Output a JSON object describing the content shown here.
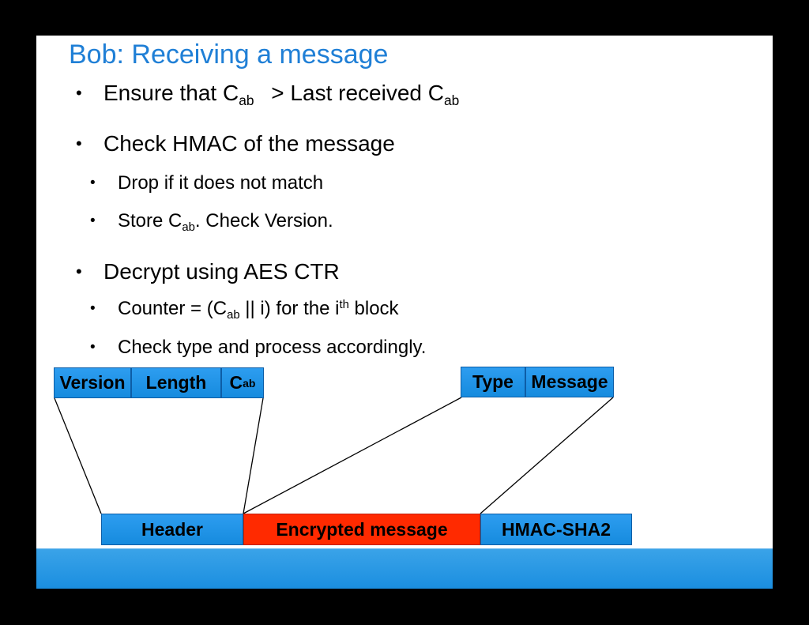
{
  "title": "Bob: Receiving a message",
  "bullets": {
    "b1_pre": "Ensure that C",
    "b1_sub": "ab",
    "b1_mid": " > Last received C",
    "b1_sub2": "ab",
    "b2": "Check HMAC of the message",
    "b2a": "Drop if it does not match",
    "b2b_pre": "Store C",
    "b2b_sub": "ab",
    "b2b_post": ". Check Version.",
    "b3": "Decrypt using AES CTR",
    "b3a_pre": "Counter = (C",
    "b3a_sub": "ab",
    "b3a_mid": " || i) for the i",
    "b3a_sup": "th",
    "b3a_post": " block",
    "b3b": "Check type and process accordingly."
  },
  "bullet_glyph": "•",
  "header_fields": {
    "version": "Version",
    "length": "Length",
    "cab_main": "C",
    "cab_sub": "ab"
  },
  "payload_fields": {
    "type": "Type",
    "message": "Message"
  },
  "packet": {
    "header": "Header",
    "encrypted": "Encrypted message",
    "hmac": "HMAC-SHA2"
  },
  "colors": {
    "title": "#1f7fd6",
    "box_blue": "#168bde",
    "box_red": "#ff2a00",
    "band": "#1a8ee0"
  }
}
